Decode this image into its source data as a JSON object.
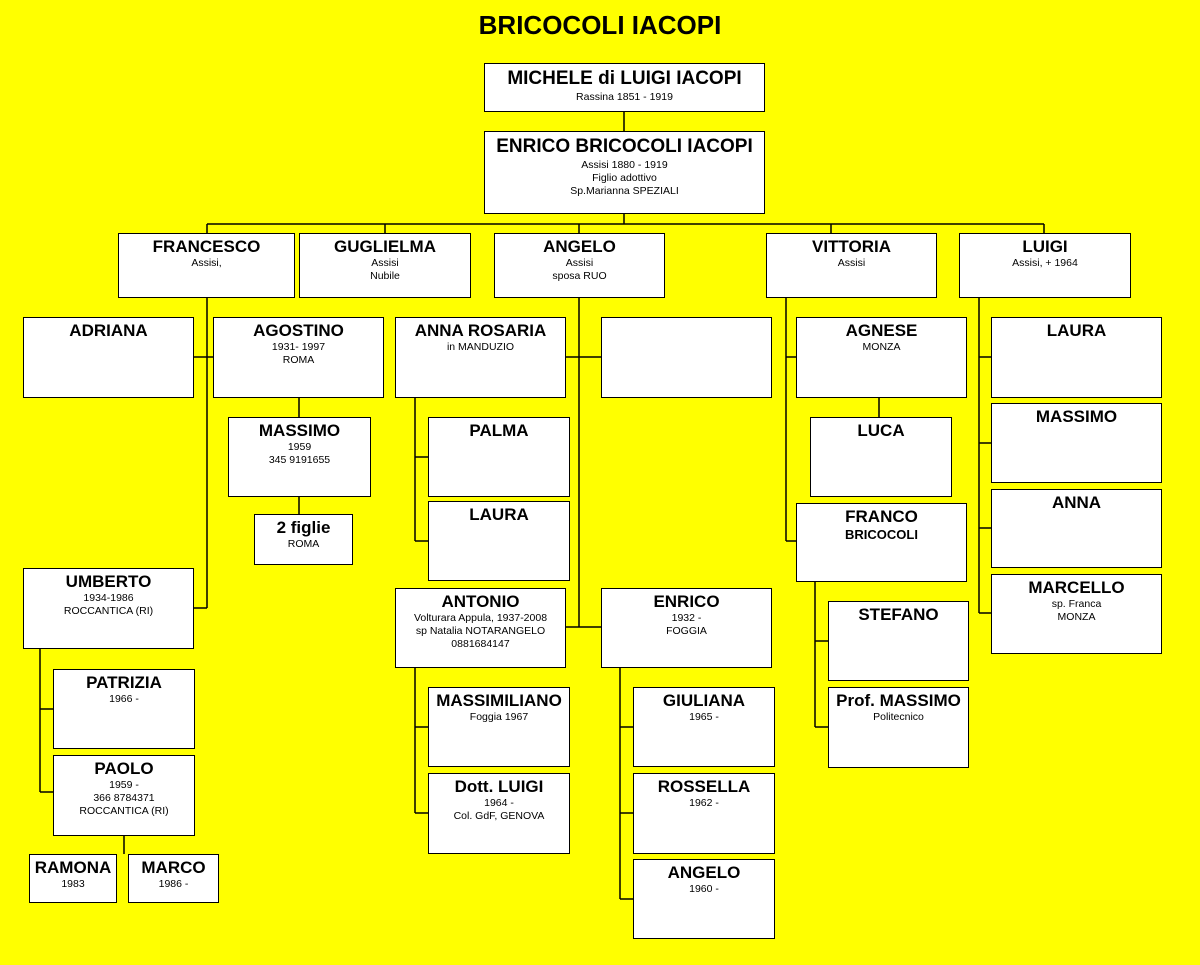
{
  "title": "BRICOCOLI IACOPI",
  "people": {
    "michele": {
      "name": "MICHELE di LUIGI IACOPI",
      "lines": [
        "Rassina 1851 - 1919"
      ]
    },
    "enrico_root": {
      "name": "ENRICO BRICOCOLI IACOPI",
      "lines": [
        "Assisi 1880 - 1919",
        "Figlio adottivo",
        "Sp.Marianna SPEZIALI"
      ]
    },
    "francesco": {
      "name": "FRANCESCO",
      "lines": [
        "Assisi,"
      ]
    },
    "guglielma": {
      "name": "GUGLIELMA",
      "lines": [
        "Assisi",
        "Nubile"
      ]
    },
    "angelo_g2": {
      "name": "ANGELO",
      "lines": [
        "Assisi",
        "sposa RUO"
      ]
    },
    "vittoria": {
      "name": "VITTORIA",
      "lines": [
        "Assisi"
      ]
    },
    "luigi_g2": {
      "name": "LUIGI",
      "lines": [
        "Assisi, + 1964"
      ]
    },
    "adriana": {
      "name": "ADRIANA",
      "lines": []
    },
    "agostino": {
      "name": "AGOSTINO",
      "lines": [
        "1931- 1997",
        "ROMA"
      ]
    },
    "massimo_a": {
      "name": "MASSIMO",
      "lines": [
        "1959",
        "345 9191655"
      ]
    },
    "due_figlie": {
      "name": "2 figlie",
      "lines": [
        "ROMA"
      ]
    },
    "umberto": {
      "name": "UMBERTO",
      "lines": [
        "1934-1986",
        "ROCCANTICA (RI)"
      ]
    },
    "patrizia": {
      "name": "PATRIZIA",
      "lines": [
        "1966 -"
      ]
    },
    "paolo": {
      "name": "PAOLO",
      "lines": [
        "1959 -",
        "366 8784371",
        "ROCCANTICA (RI)"
      ]
    },
    "ramona": {
      "name": "RAMONA",
      "lines": [
        "1983"
      ]
    },
    "marco": {
      "name": "MARCO",
      "lines": [
        "1986 -"
      ]
    },
    "anna_rosaria": {
      "name": "ANNA ROSARIA",
      "lines": [
        "in MANDUZIO"
      ]
    },
    "blank": {
      "name": "",
      "lines": []
    },
    "palma": {
      "name": "PALMA",
      "lines": []
    },
    "laura_a": {
      "name": "LAURA",
      "lines": []
    },
    "antonio": {
      "name": "ANTONIO",
      "lines": [
        "Volturara Appula, 1937-2008",
        "sp Natalia NOTARANGELO",
        "0881684147"
      ]
    },
    "enrico_a": {
      "name": "ENRICO",
      "lines": [
        "1932 -",
        "FOGGIA"
      ]
    },
    "massimiliano": {
      "name": "MASSIMILIANO",
      "lines": [
        "Foggia 1967"
      ]
    },
    "dott_luigi": {
      "name": "Dott. LUIGI",
      "lines": [
        "1964 -",
        "Col. GdF, GENOVA"
      ]
    },
    "giuliana": {
      "name": "GIULIANA",
      "lines": [
        "1965 -"
      ]
    },
    "rossella": {
      "name": "ROSSELLA",
      "lines": [
        "1962 -"
      ]
    },
    "angelo_g4": {
      "name": "ANGELO",
      "lines": [
        "1960 -"
      ]
    },
    "agnese": {
      "name": "AGNESE",
      "lines": [
        "MONZA"
      ]
    },
    "luca": {
      "name": "LUCA",
      "lines": []
    },
    "franco": {
      "name": "FRANCO",
      "lines": [
        "BRICOCOLI"
      ]
    },
    "stefano": {
      "name": "STEFANO",
      "lines": []
    },
    "prof_massimo": {
      "name": "Prof. MASSIMO",
      "lines": [
        "Politecnico"
      ]
    },
    "laura_l": {
      "name": "LAURA",
      "lines": []
    },
    "massimo_l": {
      "name": "MASSIMO",
      "lines": []
    },
    "anna_l": {
      "name": "ANNA",
      "lines": []
    },
    "marcello": {
      "name": "MARCELLO",
      "lines": [
        "sp. Franca",
        "MONZA"
      ]
    }
  }
}
